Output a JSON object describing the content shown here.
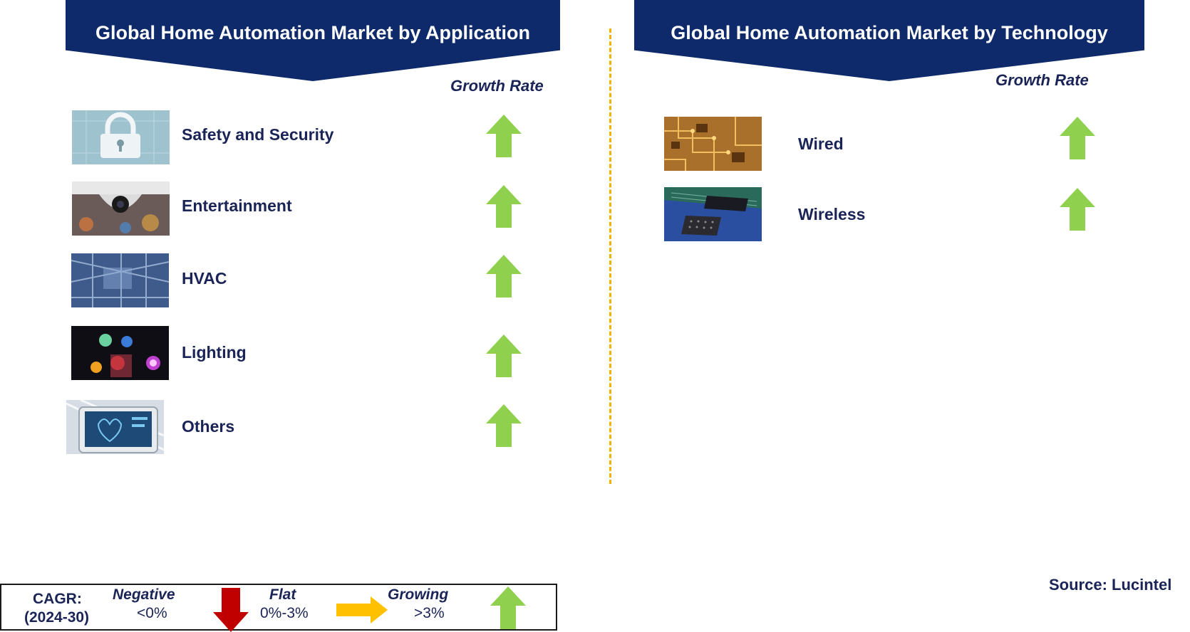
{
  "left_panel": {
    "title": "Global Home Automation Market by Application",
    "growth_label": "Growth Rate",
    "items": [
      {
        "label": "Safety and Security",
        "image_icon": "padlock-icon",
        "trend": "up"
      },
      {
        "label": "Entertainment",
        "image_icon": "camera-icon",
        "trend": "up"
      },
      {
        "label": "HVAC",
        "image_icon": "ductwork-icon",
        "trend": "up"
      },
      {
        "label": "Lighting",
        "image_icon": "light-bulbs-icon",
        "trend": "up"
      },
      {
        "label": "Others",
        "image_icon": "tablet-icon",
        "trend": "up"
      }
    ]
  },
  "right_panel": {
    "title": "Global Home Automation  Market by Technology",
    "growth_label": "Growth Rate",
    "items": [
      {
        "label": "Wired",
        "image_icon": "circuit-board-icon",
        "trend": "up"
      },
      {
        "label": "Wireless",
        "image_icon": "chip-icon",
        "trend": "up"
      }
    ]
  },
  "legend": {
    "cagr_label": "CAGR:",
    "period": "(2024-30)",
    "negative_label": "Negative",
    "negative_range": "<0%",
    "flat_label": "Flat",
    "flat_range": "0%-3%",
    "growing_label": "Growing",
    "growing_range": ">3%"
  },
  "source": "Source: Lucintel",
  "colors": {
    "banner": "#0e2a6b",
    "text": "#1a2456",
    "up_arrow": "#8fd14f",
    "down_arrow": "#c00000",
    "flat_arrow": "#ffc000",
    "divider": "#f2b200"
  }
}
